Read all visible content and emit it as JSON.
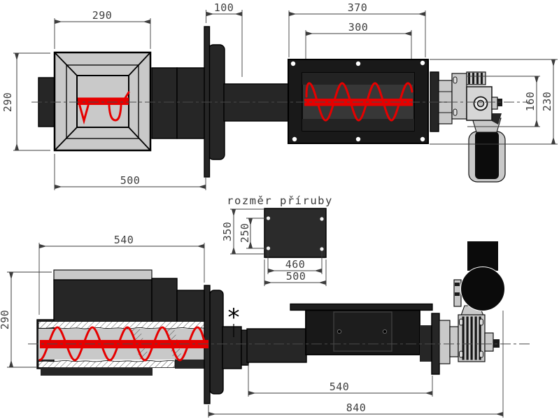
{
  "top_view": {
    "hopper_width": "290",
    "hopper_height": "290",
    "collar_length": "100",
    "trough_length": "370",
    "trough_opening": "300",
    "output_height": "160",
    "drive_height": "230",
    "front_length": "500"
  },
  "flange_detail": {
    "title": "rozměr příruby",
    "height_outer": "350",
    "bolt_pitch_vertical": "250",
    "bolt_pitch_horizontal": "460",
    "width_outer": "500"
  },
  "bottom_view": {
    "housing_length": "540",
    "housing_height": "290",
    "screw_tube_length": "540",
    "overall_length": "840",
    "note_marker": "*"
  },
  "colors": {
    "auger_red": "#e60000",
    "body_dark": "#262626",
    "panel_gray": "#c9c9c9",
    "dimension_gray": "#3c3c3c",
    "background": "#ffffff"
  }
}
